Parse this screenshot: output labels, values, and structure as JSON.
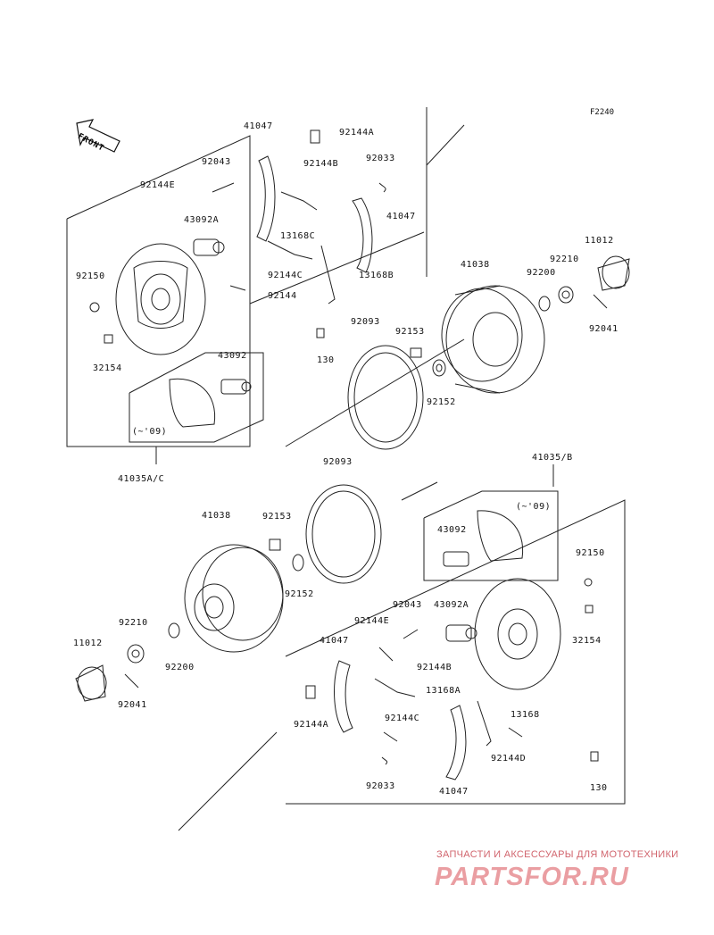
{
  "figure_code": "F2240",
  "front_label": "FRONT",
  "callouts": {
    "top_41047_a": "41047",
    "top_92144A": "92144A",
    "top_92043": "92043",
    "top_92144B": "92144B",
    "top_92033": "92033",
    "top_92144E": "92144E",
    "top_43092A": "43092A",
    "top_41047_b": "41047",
    "top_13168C": "13168C",
    "top_92144C": "92144C",
    "top_13168B": "13168B",
    "top_92150": "92150",
    "top_92144": "92144",
    "top_130": "130",
    "top_32154": "32154",
    "top_43092": "43092",
    "top_variant": "(~'09)",
    "top_41035AC": "41035A/C",
    "top_92093": "92093",
    "top_92153": "92153",
    "top_41038": "41038",
    "top_92152": "92152",
    "top_92200": "92200",
    "top_92210": "92210",
    "top_11012": "11012",
    "top_92041": "92041",
    "bot_92093": "92093",
    "bot_41035B": "41035/B",
    "bot_41038": "41038",
    "bot_92153": "92153",
    "bot_92152": "92152",
    "bot_92210": "92210",
    "bot_11012": "11012",
    "bot_92200": "92200",
    "bot_92041": "92041",
    "bot_variant": "(~'09)",
    "bot_43092": "43092",
    "bot_92150": "92150",
    "bot_92043": "92043",
    "bot_43092A": "43092A",
    "bot_92144E": "92144E",
    "bot_41047_a": "41047",
    "bot_32154": "32154",
    "bot_92144B": "92144B",
    "bot_13168A": "13168A",
    "bot_92144A": "92144A",
    "bot_92144C": "92144C",
    "bot_13168": "13168",
    "bot_92144D": "92144D",
    "bot_92033": "92033",
    "bot_41047_b": "41047",
    "bot_130": "130"
  },
  "watermark": {
    "caption": "ЗАПЧАСТИ И АКСЕССУАРЫ ДЛЯ МОТОТЕХНИКИ",
    "logo": "PARTSFOR.RU"
  }
}
